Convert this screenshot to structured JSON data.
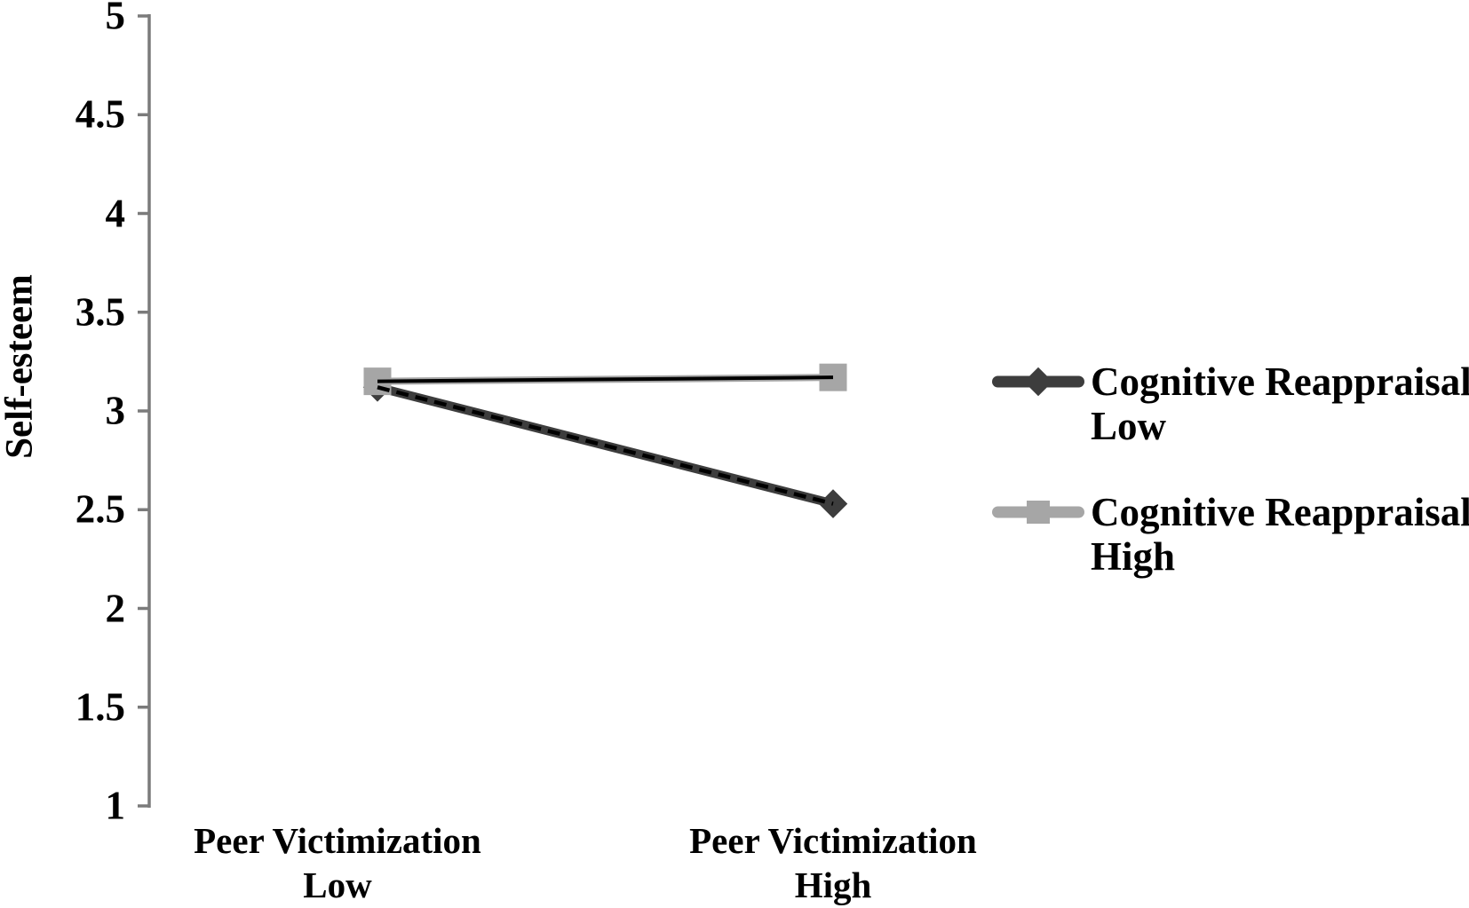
{
  "figure": {
    "background_color": "#ffffff",
    "axis_color": "#7b7b7b",
    "text_color": "#000000"
  },
  "chart_data": {
    "type": "line",
    "title": "",
    "xlabel": "",
    "ylabel": "Self-esteem",
    "ylim": [
      1,
      5
    ],
    "ytick_step": 0.5,
    "yticks": [
      "5",
      "4.5",
      "4",
      "3.5",
      "3",
      "2.5",
      "2",
      "1.5",
      "1"
    ],
    "grid": false,
    "legend_position": "right",
    "categories": [
      "Peer Victimization Low",
      "Peer Victimization High"
    ],
    "categories_lines": [
      [
        "Peer Victimization",
        "Low"
      ],
      [
        "Peer Victimization",
        "High"
      ]
    ],
    "series": [
      {
        "name": "Cognitive Reappraisal Low",
        "values": [
          3.12,
          2.53
        ],
        "color": "#3d3d3d",
        "marker": "diamond",
        "marker_size": 23,
        "line_width": 10,
        "overlay_color": "#000000",
        "overlay_width": 4.5,
        "overlay_dash": "14 8"
      },
      {
        "name": "Cognitive Reappraisal High",
        "values": [
          3.15,
          3.17
        ],
        "color": "#a6a6a6",
        "marker": "square",
        "marker_size": 31,
        "line_width": 8,
        "overlay_color": "#000000",
        "overlay_width": 4,
        "overlay_dash": ""
      }
    ]
  },
  "legend": {
    "items": [
      {
        "label_line1": "Cognitive Reappraisal",
        "label_line2": "Low",
        "marker": "diamond",
        "color": "#3d3d3d"
      },
      {
        "label_line1": "Cognitive Reappraisal",
        "label_line2": "High",
        "marker": "square",
        "color": "#a6a6a6"
      }
    ]
  }
}
